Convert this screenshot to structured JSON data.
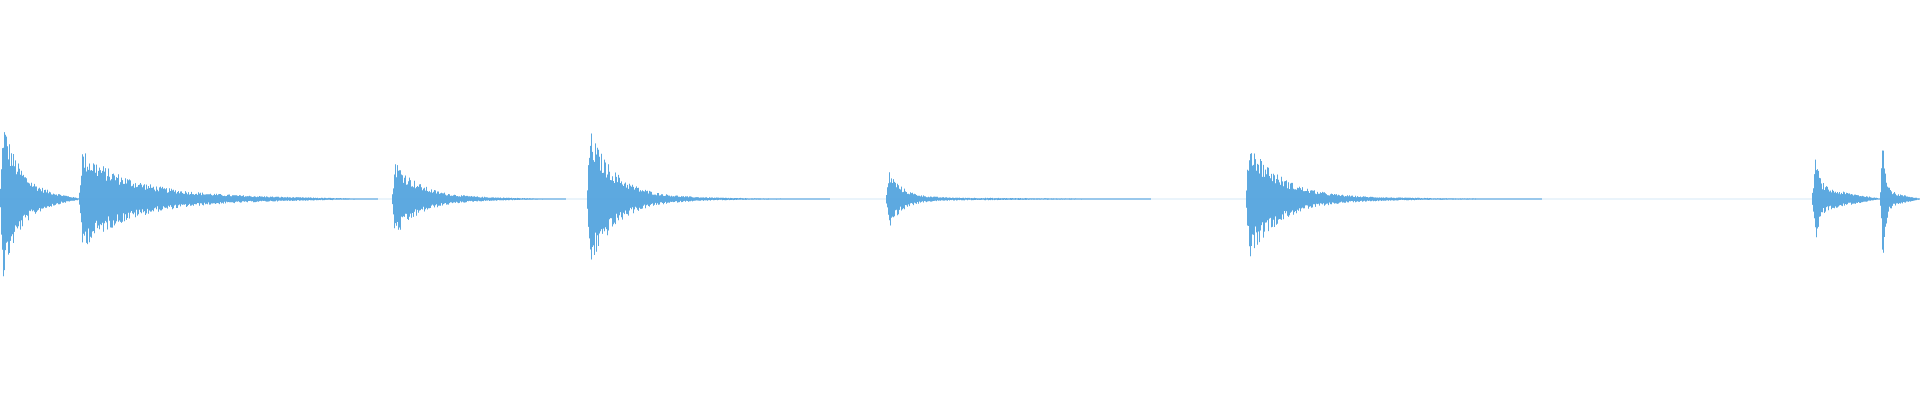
{
  "waveform": {
    "color": "#5DA9E0",
    "onsets": [
      {
        "amplitude": 0.85,
        "decay": 0.55,
        "sustain": 0.15
      },
      {
        "amplitude": 0.55,
        "decay": 0.45,
        "sustain": 0.05
      },
      {
        "amplitude": 0.45,
        "decay": 0.35,
        "sustain": 0.03
      },
      {
        "amplitude": 0.82,
        "decay": 0.25,
        "sustain": 0.02
      },
      {
        "amplitude": 0.33,
        "decay": 0.12,
        "sustain": 0.02
      },
      {
        "amplitude": 0.7,
        "decay": 0.25,
        "sustain": 0.02
      },
      {
        "amplitude": 0.45,
        "decay": 0.18,
        "sustain": 0.15
      },
      {
        "amplitude": 0.83,
        "decay": 0.2,
        "sustain": 0.1
      }
    ]
  }
}
